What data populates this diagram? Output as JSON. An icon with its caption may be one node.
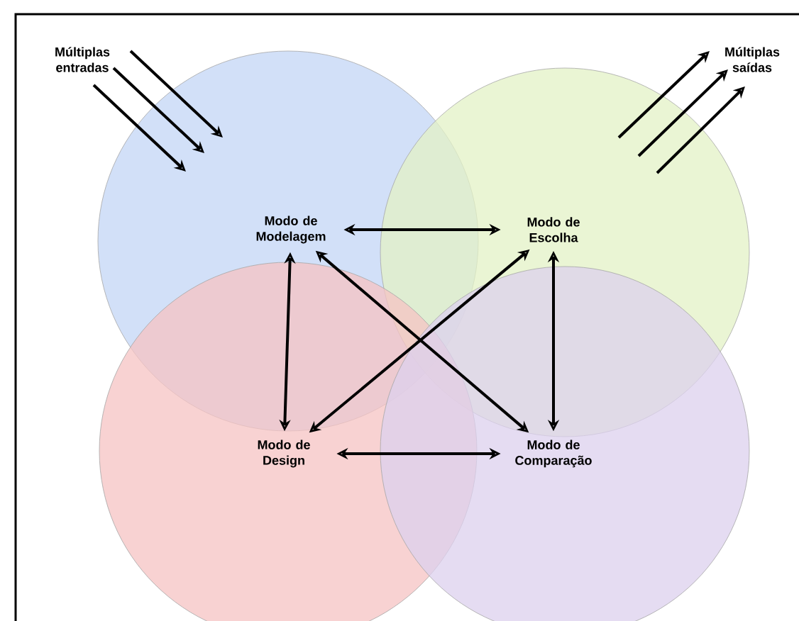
{
  "diagram": {
    "nodes": [
      {
        "text": [
          "Modo de Modelagem"
        ]
      },
      {
        "text": [
          "Modo de Escolha"
        ]
      },
      {
        "text": [
          "Modo de Design"
        ]
      },
      {
        "text": [
          "Modo de Comparação"
        ]
      },
      {
        "text": [
          "Múltiplas entradas"
        ]
      },
      {
        "text": [
          "Múltiplas saídas"
        ]
      }
    ],
    "edges": [
      {
        "from": 0,
        "to": 1,
        "arrow": "both"
      },
      {
        "from": 0,
        "to": 2,
        "arrow": "both"
      },
      {
        "from": 0,
        "to": 3,
        "arrow": "both"
      },
      {
        "from": 1,
        "to": 2,
        "arrow": "both"
      },
      {
        "from": 1,
        "to": 3,
        "arrow": "both"
      },
      {
        "from": 2,
        "to": 3,
        "arrow": "both"
      },
      {
        "from": 4,
        "to": null,
        "arrow": "to"
      },
      {
        "from": 4,
        "to": null,
        "arrow": "to"
      },
      {
        "from": 4,
        "to": null,
        "arrow": "to"
      },
      {
        "from": null,
        "to": 5,
        "arrow": "to"
      },
      {
        "from": null,
        "to": 5,
        "arrow": "to"
      },
      {
        "from": null,
        "to": 5,
        "arrow": "to"
      }
    ]
  }
}
